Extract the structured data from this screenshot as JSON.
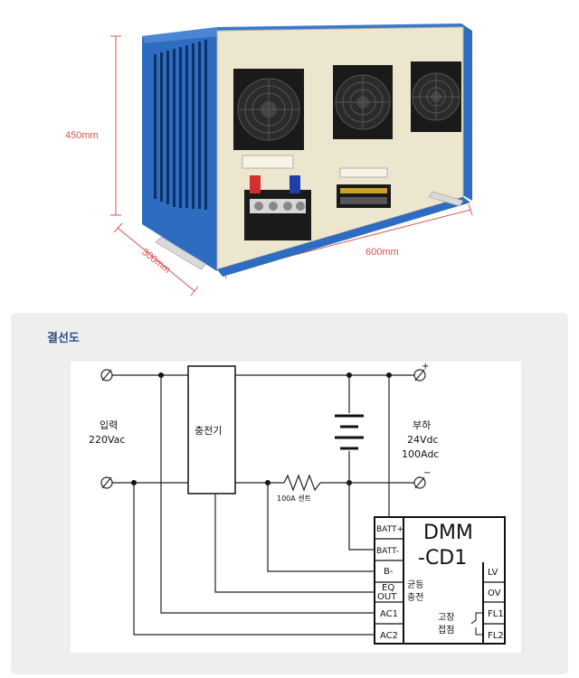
{
  "product": {
    "height_label": "450mm",
    "depth_label": "300mm",
    "width_label": "600mm",
    "accent_color": "#d9534f",
    "cabinet_color": "#2d6cc0",
    "front_panel_color": "#ece6cf"
  },
  "section": {
    "title": "결선도"
  },
  "schematic": {
    "input_label_line1": "입력",
    "input_label_line2": "220Vac",
    "charger_label": "충전기",
    "load_label_line1": "부하",
    "load_label_line2": "24Vdc",
    "load_label_line3": "100Adc",
    "plus_sign": "+",
    "minus_sign": "−",
    "shunt_label": "100A 센트",
    "module_name_line1": "DMM",
    "module_name_line2": "-CD1",
    "equalize_line1": "균등",
    "equalize_line2": "충전",
    "fault_line1": "고장",
    "fault_line2": "접점",
    "left_terminals": [
      "BATT+",
      "BATT-",
      "B-",
      "EQ",
      "OUT",
      "AC1",
      "AC2"
    ],
    "right_terminals": [
      "LV",
      "OV",
      "FL1",
      "FL2"
    ]
  }
}
